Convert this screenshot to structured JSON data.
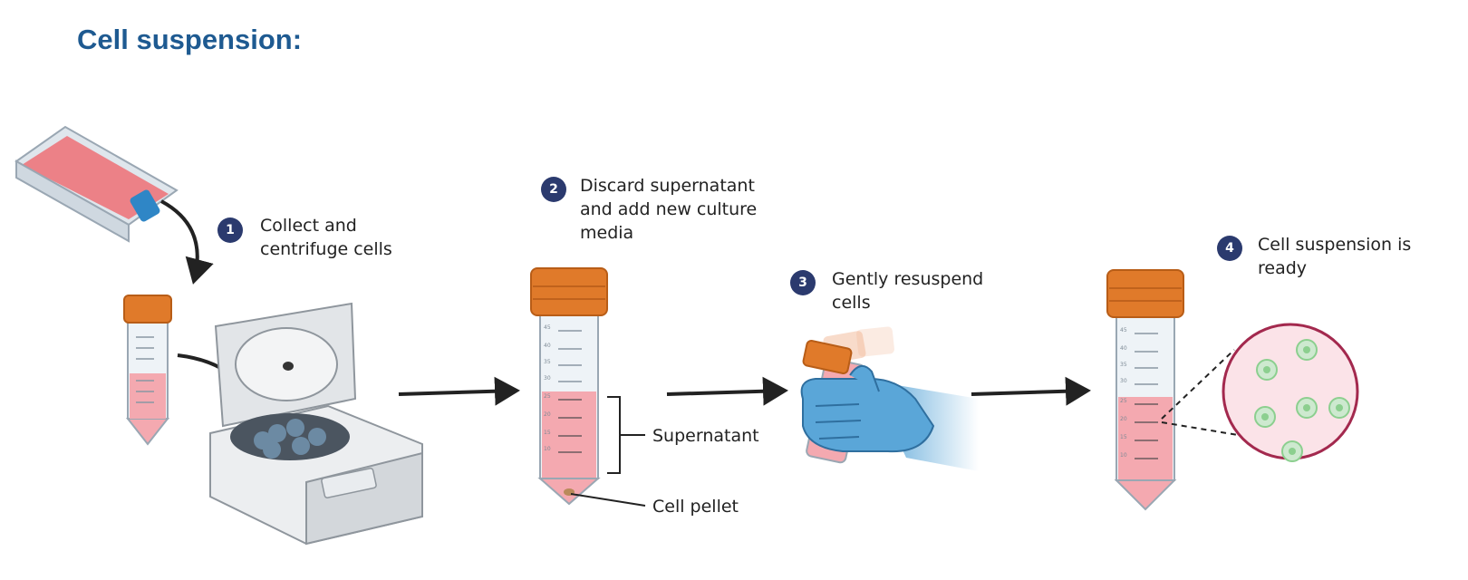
{
  "title": "Cell suspension:",
  "steps": [
    {
      "number": "1",
      "text": "Collect and\ncentrifuge cells"
    },
    {
      "number": "2",
      "text": "Discard supernatant\nand add new culture\nmedia"
    },
    {
      "number": "3",
      "text": "Gently resuspend\ncells"
    },
    {
      "number": "4",
      "text": "Cell suspension is\nready"
    }
  ],
  "labels": {
    "supernatant": "Supernatant",
    "cell_pellet": "Cell pellet"
  },
  "tube_scale": [
    "45",
    "40",
    "35",
    "30",
    "25",
    "20",
    "15",
    "10"
  ],
  "colors": {
    "title": "#1e5a91",
    "badge": "#2b3a6e",
    "cap": "#e07a2a",
    "media": "#f4a9b0",
    "glove": "#5aa6d8",
    "cell_circle_border": "#a3294e",
    "cell": "#8ccf8f"
  },
  "icons": [
    "culture-flask-icon",
    "centrifuge-tube-icon",
    "centrifuge-icon",
    "gloved-hand-icon",
    "magnified-cells-icon",
    "arrow-icon"
  ]
}
